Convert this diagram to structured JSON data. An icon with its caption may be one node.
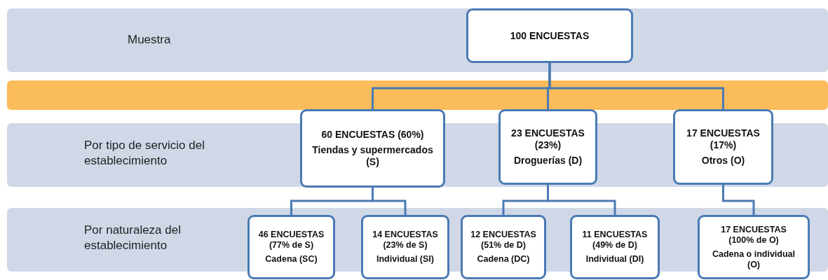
{
  "diagram": {
    "nodes": [
      {
        "text": [
          "100 ENCUESTAS"
        ]
      },
      {
        "text": [
          "60 ENCUESTAS (60%)",
          "Tiendas y supermercados (S)"
        ]
      },
      {
        "text": [
          "23 ENCUESTAS (23%)",
          "Droguerías (D)"
        ]
      },
      {
        "text": [
          "17 ENCUESTAS (17%)",
          "Otros (O)"
        ]
      },
      {
        "text": [
          "46 ENCUESTAS (77% de S)",
          "Cadena (SC)"
        ]
      },
      {
        "text": [
          "14 ENCUESTAS (23% de S)",
          "Individual (SI)"
        ]
      },
      {
        "text": [
          "12 ENCUESTAS (51% de D)",
          "Cadena (DC)"
        ]
      },
      {
        "text": [
          "11 ENCUESTAS (49% de D)",
          "Individual (DI)"
        ]
      },
      {
        "text": [
          "17 ENCUESTAS (100% de O)",
          "Cadena o individual (O)"
        ]
      }
    ],
    "edges": [
      {
        "from": 0,
        "to": 1,
        "arrow": "none"
      },
      {
        "from": 0,
        "to": 2,
        "arrow": "none"
      },
      {
        "from": 0,
        "to": 3,
        "arrow": "none"
      },
      {
        "from": 1,
        "to": 4,
        "arrow": "none"
      },
      {
        "from": 1,
        "to": 5,
        "arrow": "none"
      },
      {
        "from": 2,
        "to": 6,
        "arrow": "none"
      },
      {
        "from": 2,
        "to": 7,
        "arrow": "none"
      },
      {
        "from": 3,
        "to": 8,
        "arrow": "none"
      }
    ],
    "labels": [
      "Muestra",
      "Por tipo de servicio del establecimiento",
      "Por naturaleza del establecimiento"
    ]
  }
}
